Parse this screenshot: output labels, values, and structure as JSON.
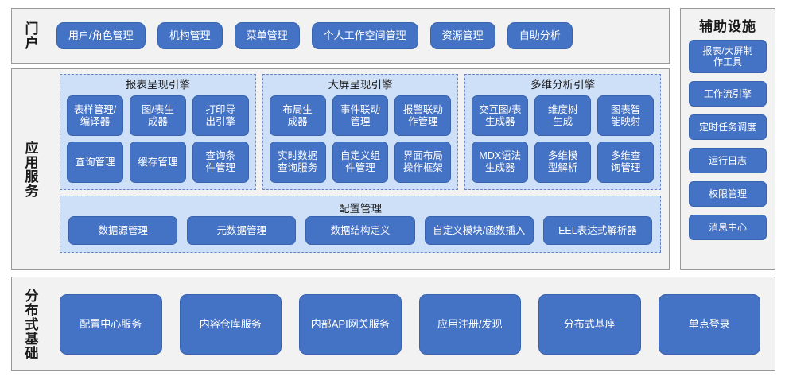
{
  "portal": {
    "band_label": "门户",
    "items": [
      {
        "label": "用户/角色管理"
      },
      {
        "label": "机构管理"
      },
      {
        "label": "菜单管理"
      },
      {
        "label": "个人工作空间管理"
      },
      {
        "label": "资源管理"
      },
      {
        "label": "自助分析"
      }
    ]
  },
  "app_services": {
    "band_label": "应用服务",
    "engines": [
      {
        "title": "报表呈现引擎",
        "items": [
          {
            "label": "表样管理/\n编译器"
          },
          {
            "label": "图/表生\n成器"
          },
          {
            "label": "打印导\n出引擎"
          },
          {
            "label": "查询管理"
          },
          {
            "label": "缓存管理"
          },
          {
            "label": "查询条\n件管理"
          }
        ]
      },
      {
        "title": "大屏呈现引擎",
        "items": [
          {
            "label": "布局生\n成器"
          },
          {
            "label": "事件联动\n管理"
          },
          {
            "label": "报警联动\n作管理"
          },
          {
            "label": "实时数据\n查询服务"
          },
          {
            "label": "自定义组\n件管理"
          },
          {
            "label": "界面布局\n操作框架"
          }
        ]
      },
      {
        "title": "多维分析引擎",
        "items": [
          {
            "label": "交互图/表\n生成器"
          },
          {
            "label": "维度树\n生成"
          },
          {
            "label": "图表智\n能映射"
          },
          {
            "label": "MDX语法\n生成器"
          },
          {
            "label": "多维模\n型解析"
          },
          {
            "label": "多维查\n询管理"
          }
        ]
      }
    ],
    "config": {
      "title": "配置管理",
      "items": [
        {
          "label": "数据源管理"
        },
        {
          "label": "元数据管理"
        },
        {
          "label": "数据结构定义"
        },
        {
          "label": "自定义模块/函数插入"
        },
        {
          "label": "EEL表达式解析器"
        }
      ]
    }
  },
  "auxiliary": {
    "title": "辅助设施",
    "items": [
      {
        "label": "报表/大屏制\n作工具",
        "tall": true
      },
      {
        "label": "工作流引擎",
        "tall": false
      },
      {
        "label": "定时任务调度",
        "tall": false
      },
      {
        "label": "运行日志",
        "tall": false
      },
      {
        "label": "权限管理",
        "tall": false
      },
      {
        "label": "消息中心",
        "tall": false
      }
    ]
  },
  "distributed_base": {
    "band_label": "分布式基础",
    "items": [
      {
        "label": "配置中心服务"
      },
      {
        "label": "内容仓库服务"
      },
      {
        "label": "内部API网关服务"
      },
      {
        "label": "应用注册/发现"
      },
      {
        "label": "分布式基座"
      },
      {
        "label": "单点登录"
      }
    ]
  },
  "colors": {
    "button_fill": "#4472C4",
    "button_border": "#3A63AE",
    "panel_fill": "#CEE0F8",
    "panel_border": "#6B85C4",
    "frame_fill": "#F2F2F2",
    "frame_border": "#999999",
    "text_light": "#FFFFFF",
    "text_dark": "#1A1A1A"
  }
}
